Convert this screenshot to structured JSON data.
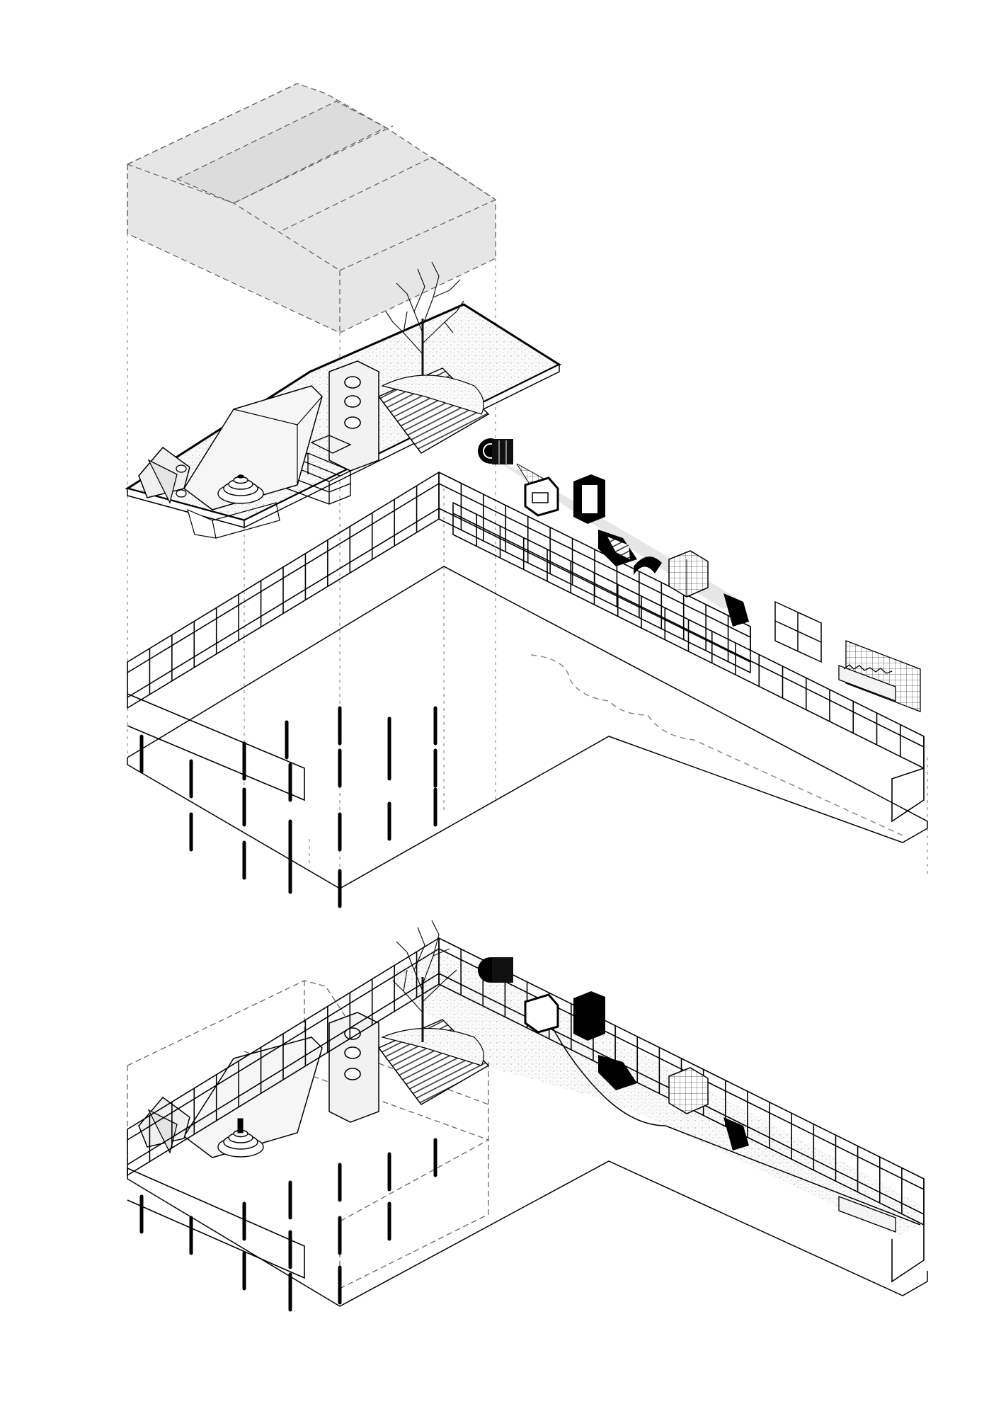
{
  "drawing": {
    "type": "exploded axonometric",
    "views": [
      "exploded-view",
      "assembled-view"
    ],
    "text_labels": []
  },
  "colors": {
    "background": "#ffffff",
    "ink": "#000000",
    "roof_fill": "#e6e6e6",
    "texture": "#bdbdbd",
    "dashed": "#777777"
  },
  "icons": [
    "tree-icon",
    "fountain-icon",
    "round-window-icon",
    "play-object-icon"
  ]
}
